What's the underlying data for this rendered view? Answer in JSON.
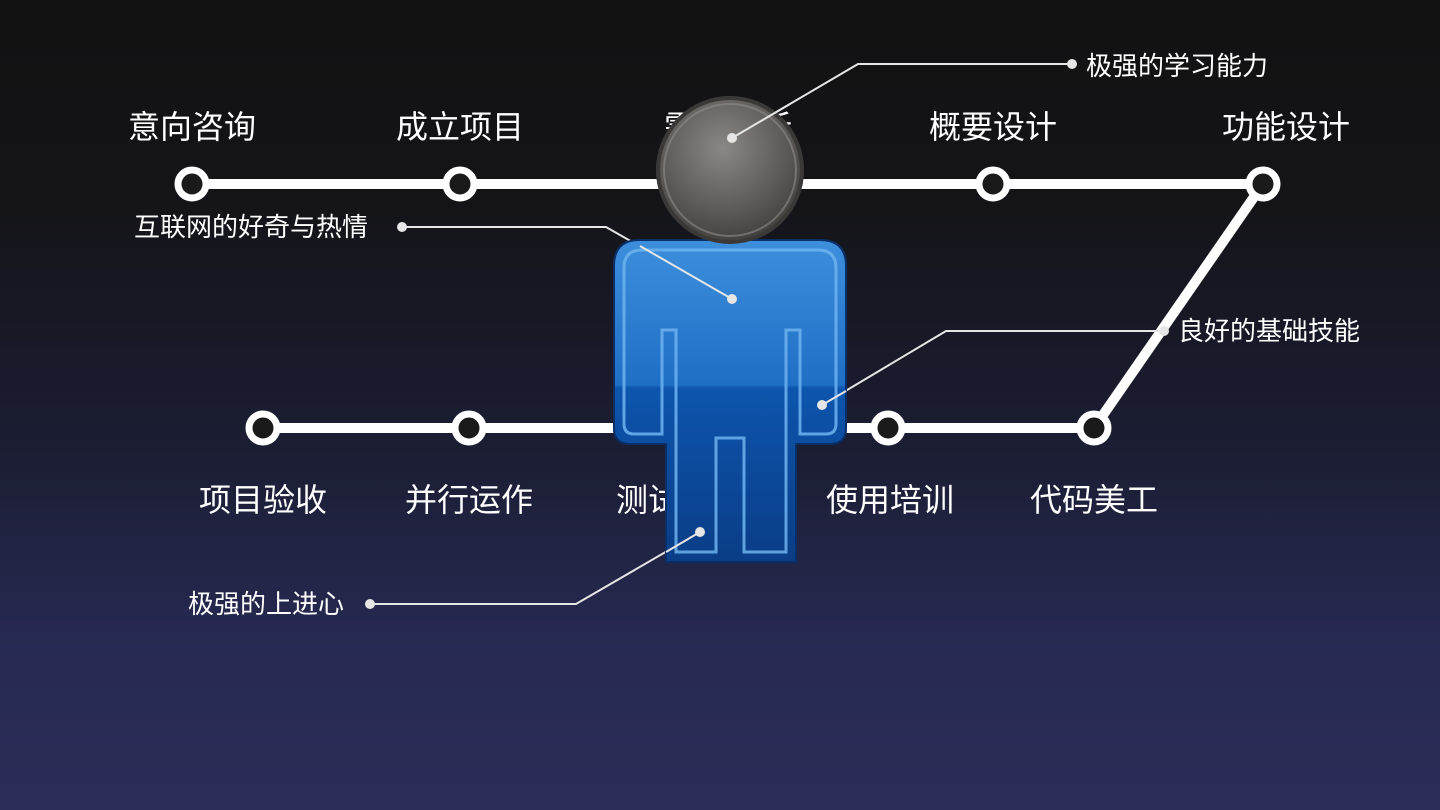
{
  "stages_top": [
    {
      "id": "consult",
      "label": "意向咨询"
    },
    {
      "id": "setup",
      "label": "成立项目"
    },
    {
      "id": "analysis",
      "label": "需求分析"
    },
    {
      "id": "outline",
      "label": "概要设计"
    },
    {
      "id": "function",
      "label": "功能设计"
    }
  ],
  "stages_bottom": [
    {
      "id": "acceptance",
      "label": "项目验收"
    },
    {
      "id": "parallel",
      "label": "并行运作"
    },
    {
      "id": "testing",
      "label": "测试调试"
    },
    {
      "id": "training",
      "label": "使用培训"
    },
    {
      "id": "coding",
      "label": "代码美工"
    }
  ],
  "callouts": [
    {
      "id": "learning",
      "label": "极强的学习能力"
    },
    {
      "id": "curiosity",
      "label": "互联网的好奇与热情"
    },
    {
      "id": "skills",
      "label": "良好的基础技能"
    },
    {
      "id": "motivation",
      "label": "极强的上进心"
    }
  ],
  "figure": {
    "icon": "person-icon",
    "head_color": "#6b6866",
    "body_color": "#1565c0"
  },
  "colors": {
    "line": "#ffffff",
    "node_fill": "#1a1a1a",
    "callout_line": "#e6e6e6"
  }
}
